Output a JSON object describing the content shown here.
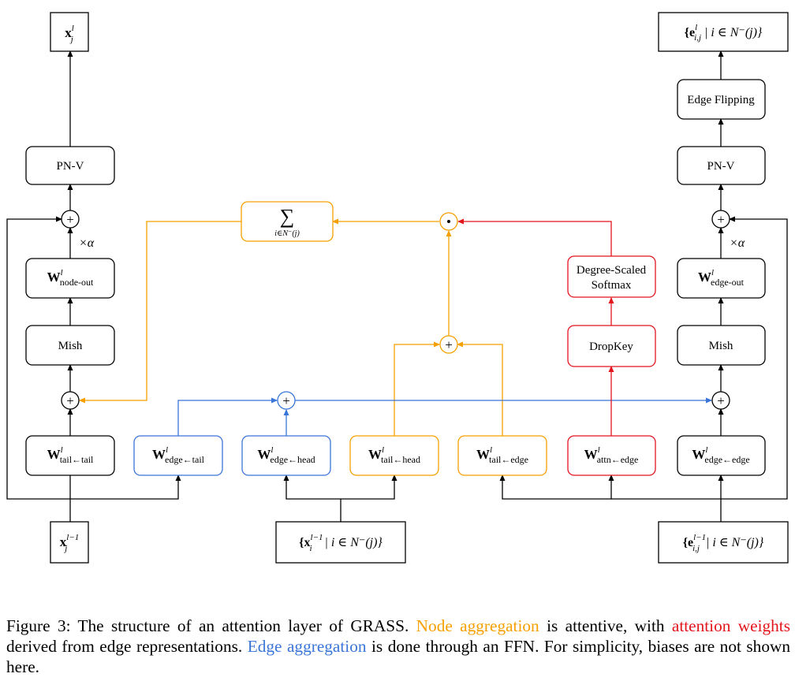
{
  "colors": {
    "black": "#000000",
    "orange": "#f5a000",
    "blue": "#3a75d8",
    "red": "#e2141c"
  },
  "nodes": {
    "x_out": {
      "base": "x",
      "sup": "l",
      "sub": "j"
    },
    "e_out": {
      "text": "{e",
      "sup": "l",
      "sub": "i,j",
      "rest": " | i ∈ N⁻(j)}"
    },
    "pn_v_left": "PN-V",
    "pn_v_right": "PN-V",
    "edge_flipping": "Edge Flipping",
    "w_node_out": {
      "base": "W",
      "sup": "l",
      "sub": "node-out"
    },
    "w_edge_out": {
      "base": "W",
      "sup": "l",
      "sub": "edge-out"
    },
    "mish_left": "Mish",
    "mish_right": "Mish",
    "sum": {
      "symbol": "∑",
      "sub": "i∈N⁻(j)"
    },
    "softmax_line1": "Degree-Scaled",
    "softmax_line2": "Softmax",
    "dropkey": "DropKey",
    "scale_left": "×α",
    "scale_right": "×α",
    "w_tail_tail": {
      "base": "W",
      "sup": "l",
      "sub": "tail←tail"
    },
    "w_edge_tail": {
      "base": "W",
      "sup": "l",
      "sub": "edge←tail"
    },
    "w_edge_head": {
      "base": "W",
      "sup": "l",
      "sub": "edge←head"
    },
    "w_tail_head": {
      "base": "W",
      "sup": "l",
      "sub": "tail←head"
    },
    "w_tail_edge": {
      "base": "W",
      "sup": "l",
      "sub": "tail←edge"
    },
    "w_attn_edge": {
      "base": "W",
      "sup": "l",
      "sub": "attn←edge"
    },
    "w_edge_edge": {
      "base": "W",
      "sup": "l",
      "sub": "edge←edge"
    },
    "x_in": {
      "base": "x",
      "sup": "l−1",
      "sub": "j"
    },
    "x_neighbors": {
      "text": "{x",
      "sup": "l−1",
      "sub": "i",
      "rest": " | i ∈ N⁻(j)}"
    },
    "e_in": {
      "text": "{e",
      "sup": "l−1",
      "sub": "i,j",
      "rest": " | i ∈ N⁻(j)}"
    }
  },
  "symbols": {
    "plus": "+",
    "odot": "⊙"
  },
  "caption": {
    "part1": "Figure 3: The structure of an attention layer of GRASS. ",
    "node_agg": "Node aggregation",
    "part2": " is attentive, with ",
    "attn_weights": "attention weights",
    "part3": " derived from edge representations. ",
    "edge_agg": "Edge aggregation",
    "part4": " is done through an FFN. For simplicity, biases are not shown here."
  }
}
